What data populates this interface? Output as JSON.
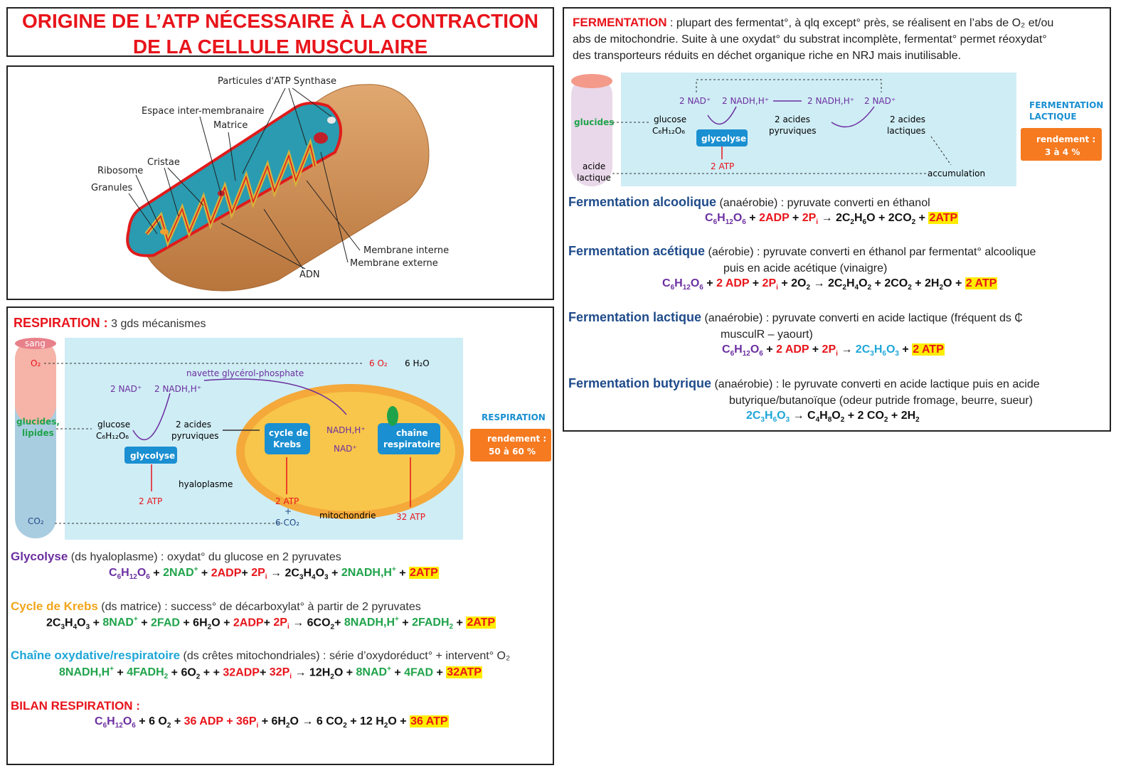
{
  "title": {
    "line1": "ORIGINE DE L’ATP NÉCESSAIRE À LA CONTRACTION",
    "line2": "DE LA CELLULE MUSCULAIRE"
  },
  "mito_labels": {
    "atp_synthase": "Particules d'ATP Synthase",
    "espace": "Espace inter-membranaire",
    "matrice": "Matrice",
    "cristae": "Cristae",
    "ribosome": "Ribosome",
    "granules": "Granules",
    "membrane_interne": "Membrane interne",
    "membrane_externe": "Membrane externe",
    "adn": "ADN"
  },
  "respiration": {
    "heading": "RESPIRATION :",
    "subheading": "3 gds mécanismes",
    "diagram": {
      "sang": "sang",
      "o2": "O₂",
      "glucides_lipides_1": "glucides,",
      "glucides_lipides_2": "lipides",
      "co2": "CO₂",
      "nad": "2 NAD⁺",
      "nadh": "2 NADH,H⁺",
      "navette": "navette glycérol-phosphate",
      "glucose": "glucose",
      "glucose_formula": "C₆H₁₂O₆",
      "acides_1": "2 acides",
      "acides_2": "pyruviques",
      "glycolyse": "glycolyse",
      "atp2": "2 ATP",
      "hyaloplasme": "hyaloplasme",
      "krebs_1": "cycle de",
      "krebs_2": "Krebs",
      "nadh_m": "NADH,H⁺",
      "nad_m": "NAD⁺",
      "chaine_1": "chaîne",
      "chaine_2": "respiratoire",
      "o2_6": "6 O₂",
      "h2o_6": "6 H₂O",
      "atp2b": "2 ATP",
      "plus": "+",
      "co2_6": "6 CO₂",
      "mitochondrie": "mitochondrie",
      "atp32": "32 ATP",
      "resp_label": "RESPIRATION",
      "rendement_1": "rendement :",
      "rendement_2": "50 à 60 %"
    },
    "glycolyse": {
      "head": "Glycolyse",
      "desc": " (ds hyaloplasme) : oxydat°  du glucose en 2 pyruvates"
    },
    "krebs": {
      "head": "Cycle de Krebs",
      "desc": " (ds matrice) : success° de décarboxylat° à partir de 2 pyruvates"
    },
    "chaine": {
      "head": "Chaîne oxydative/respiratoire",
      "desc": " (ds crêtes mitochondriales) : série d’oxydoréduct° + intervent° O₂"
    },
    "bilan": {
      "head": "BILAN RESPIRATION :"
    }
  },
  "fermentation": {
    "heading": "FERMENTATION",
    "intro_1": " : plupart des fermentat°, à qlq except° près, se réalisent en l’abs de O₂ et/ou",
    "intro_2": "abs de mitochondrie. Suite à une oxydat° du substrat incomplète, fermentat° permet réoxydat°",
    "intro_3": "des transporteurs réduits en déchet organique riche en NRJ mais inutilisable.",
    "diagram": {
      "glucides": "glucides",
      "acide_1": "acide",
      "acide_2": "lactique",
      "nad": "2 NAD⁺",
      "nadh": "2 NADH,H⁺",
      "nadh2": "2 NADH,H⁺",
      "nad2": "2 NAD⁺",
      "glucose": "glucose",
      "glucose_formula": "C₆H₁₂O₆",
      "acides_1": "2 acides",
      "acides_2": "pyruviques",
      "lact_1": "2 acides",
      "lact_2": "lactiques",
      "glycolyse": "glycolyse",
      "atp": "2 ATP",
      "accumulation": "accumulation",
      "label_1": "FERMENTATION",
      "label_2": "LACTIQUE",
      "rendement_1": "rendement :",
      "rendement_2": "3 à 4 %"
    },
    "alcoolique": {
      "head": "Fermentation alcoolique",
      "desc": " (anaérobie) : pyruvate converti en éthanol"
    },
    "acetique": {
      "head": "Fermentation acétique",
      "desc_1": " (aérobie) : pyruvate converti en éthanol par fermentat° alcoolique",
      "desc_2": "puis en acide acétique (vinaigre)"
    },
    "lactique": {
      "head": "Fermentation lactique",
      "desc_1": " (anaérobie) : pyruvate converti en acide lactique (fréquent ds ₵",
      "desc_2": "musculR – yaourt)"
    },
    "butyrique": {
      "head": "Fermentation butyrique",
      "desc_1": " (anaérobie) : le pyruvate converti en acide lactique puis en acide",
      "desc_2": "butyrique/butanoïque (odeur putride fromage, beurre, sueur)"
    }
  }
}
